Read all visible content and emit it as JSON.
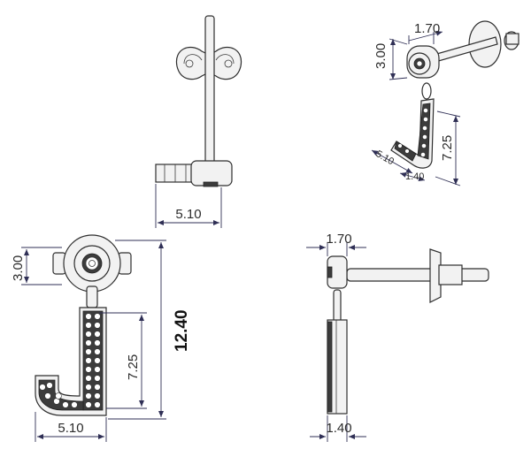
{
  "dimensions": {
    "side_top_width": "5.10",
    "iso_stud_diameter": "1.70",
    "iso_head_height": "3.00",
    "iso_letter_height": "7.25",
    "iso_letter_width": "5.10",
    "iso_letter_depth": "1.40",
    "front_head_height": "3.00",
    "front_letter_height": "7.25",
    "front_total_height": "12.40",
    "front_letter_width": "5.10",
    "right_stud_diameter": "1.70",
    "right_letter_depth": "1.40"
  },
  "colors": {
    "line": "#2e2e2e",
    "dimension": "#2f2f55",
    "metal": "#f2f2f2",
    "background": "#ffffff"
  }
}
